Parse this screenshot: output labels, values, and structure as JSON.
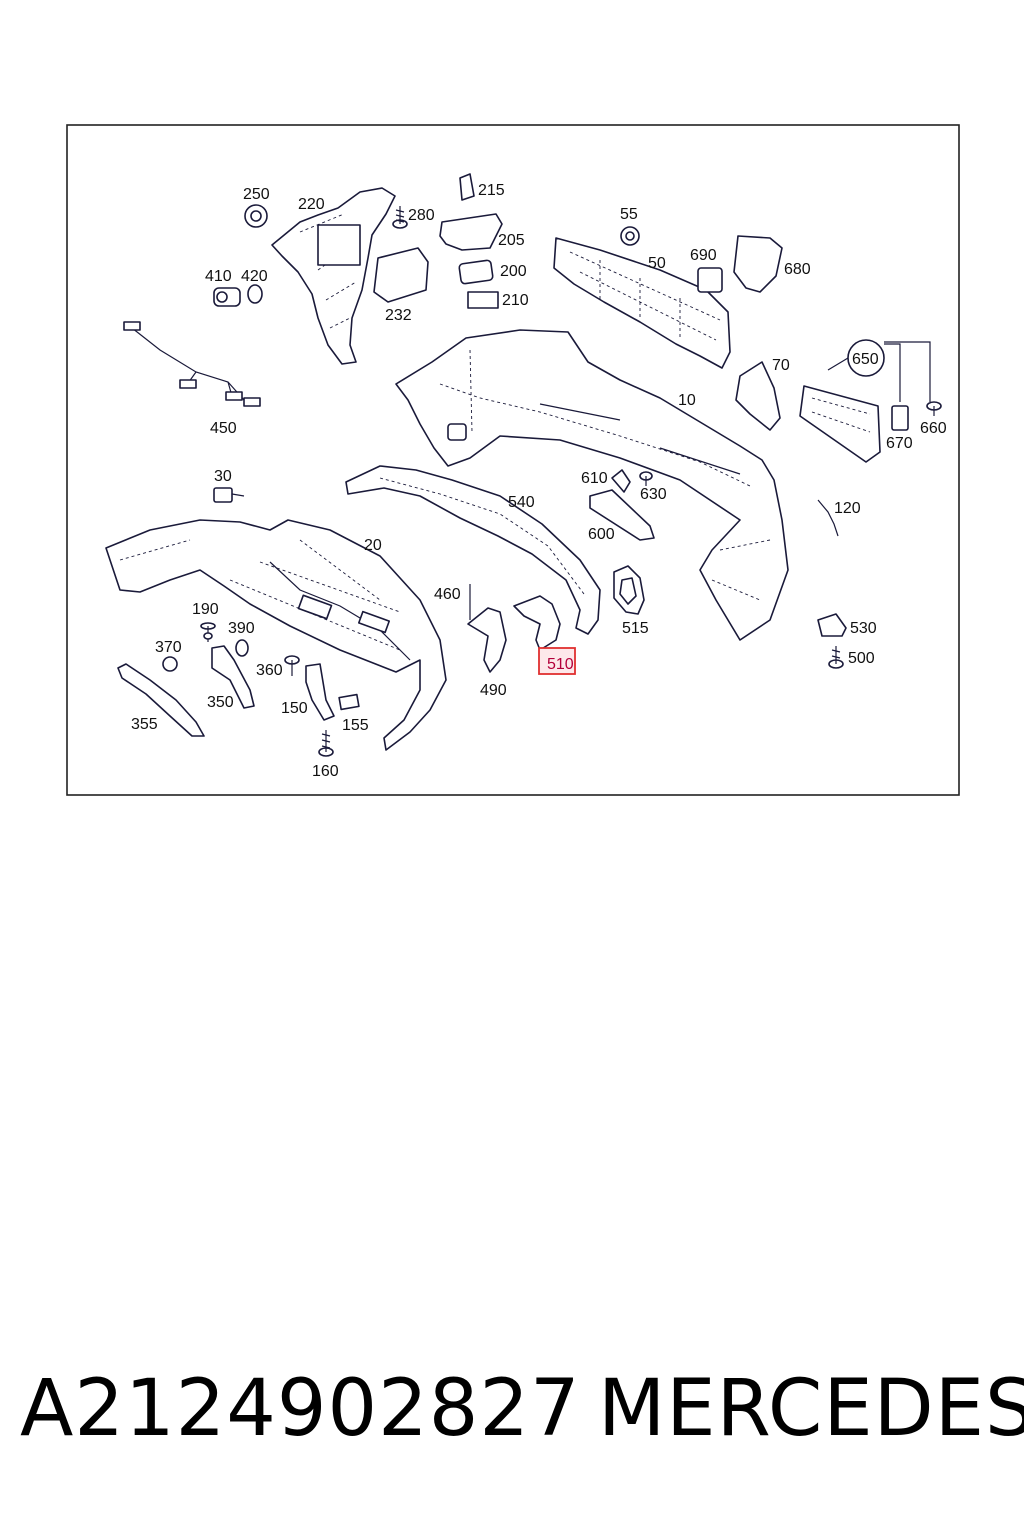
{
  "labels": {
    "l10": "10",
    "l20": "20",
    "l30": "30",
    "l50": "50",
    "l55": "55",
    "l70": "70",
    "l120": "120",
    "l150": "150",
    "l155": "155",
    "l160": "160",
    "l190": "190",
    "l200": "200",
    "l205": "205",
    "l210": "210",
    "l215": "215",
    "l220": "220",
    "l232": "232",
    "l250": "250",
    "l280": "280",
    "l350": "350",
    "l355": "355",
    "l360": "360",
    "l370": "370",
    "l390": "390",
    "l410": "410",
    "l420": "420",
    "l450": "450",
    "l460": "460",
    "l490": "490",
    "l500": "500",
    "l510": "510",
    "l515": "515",
    "l530": "530",
    "l540": "540",
    "l600": "600",
    "l610": "610",
    "l630": "630",
    "l650": "650",
    "l660": "660",
    "l670": "670",
    "l680": "680",
    "l690": "690"
  },
  "highlighted_label": "510",
  "colors": {
    "highlight_border": "#e03030",
    "highlight_fill": "#fde8ea",
    "line": "#1a1a3a"
  },
  "caption": {
    "part_number": "A2124902827",
    "brand": "MERCEDES"
  }
}
